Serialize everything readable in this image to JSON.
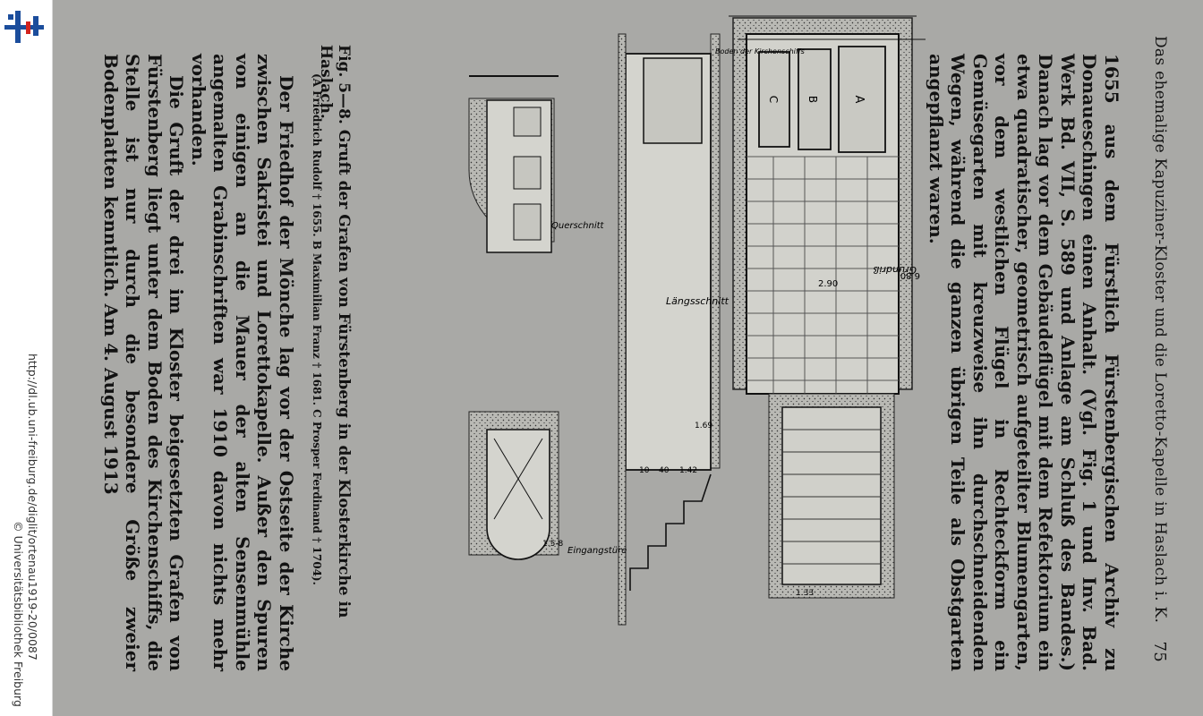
{
  "viewer": {
    "url": "http://dl.ub.uni-freiburg.de/diglit/ortenau1919-20/0087",
    "copyright": "© Universitätsbibliothek Freiburg",
    "logo_icon": "ub-freiburg-logo",
    "logo_colors": {
      "blue": "#1b4d9c",
      "red": "#d2231e"
    }
  },
  "page": {
    "header": "Das ehemalige Kapuziner-Kloster und die Loretto-Kapelle in Haslach i. K.",
    "page_number": "75",
    "paragraph_top": "1655 aus dem Fürstlich Fürstenbergischen Archiv zu Donaueschingen einen Anhalt. (Vgl. Fig. 1 und Inv. Bad. Werk Bd. VII, S. 589 und Anlage am Schluß des Bandes.) Danach lag vor dem Gebäudeflügel mit dem Refektorium ein etwa quadratischer, geometrisch aufgeteilter Blumengarten, vor dem westlichen Flügel in Rechteckform ein Gemüsegarten mit kreuzweise ihn durchschneidenden Wegen, während die ganzen übrigen Teile als Obstgarten angepflanzt waren.",
    "figure": {
      "labels": {
        "grundriss": "Grundriß",
        "laengsschnitt": "Längsschnitt",
        "querschnitt": "Querschnitt",
        "eingangstuere": "Eingangstüre",
        "boden": "Boden der Kirchenschiffs",
        "A": "A",
        "B": "B",
        "C": "C"
      },
      "dimensions": {
        "width": "2.90",
        "length": "6.80",
        "stair_width": "1.33",
        "depth": "1.69",
        "step_a": "1.42",
        "step_b": "40",
        "step_c": "10",
        "door": "1.5-8"
      },
      "caption": "Fig. 5—8. Gruft der Grafen von Fürstenberg in der Klosterkirche in Haslach.",
      "caption_sub": "(A Friedrich Rudolf † 1655. B Maximilian Franz † 1681. C Prosper Ferdinand † 1704)."
    },
    "paragraphs_bottom": [
      "Der Friedhof der Mönche lag vor der Ostseite der Kirche zwischen Sakristei und Lorettokapelle. Außer den Spuren von einigen an die Mauer der alten Sensenmühle angemalten Grabinschriften war 1910 davon nichts mehr vorhanden.",
      "Die Gruft der drei im Kloster beigesetzten Grafen von Fürstenberg liegt unter dem Boden des Kirchenschiffs, die Stelle ist nur durch die besondere Größe zweier Bodenplatten kenntlich. Am 4. August 1913"
    ]
  }
}
